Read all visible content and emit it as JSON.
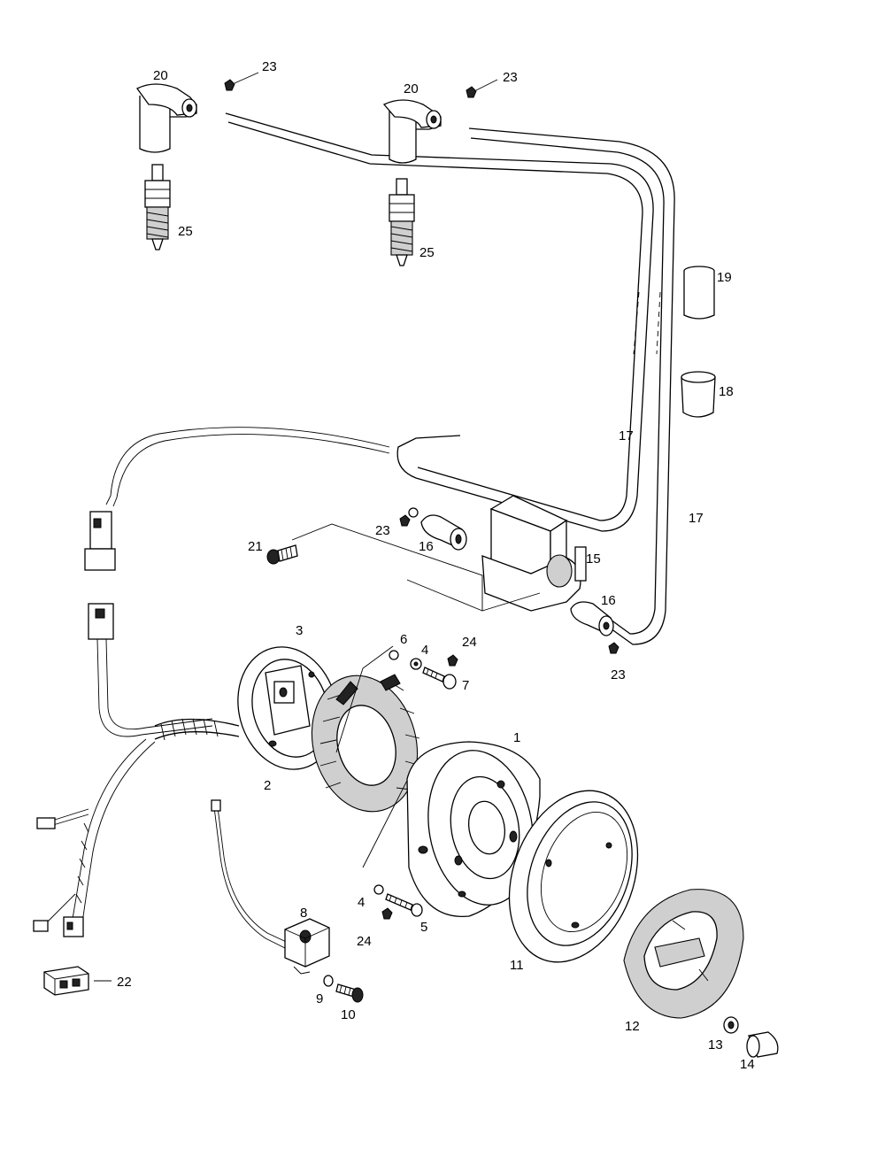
{
  "diagram": {
    "labels": [
      {
        "id": "spark-plug-cap-left",
        "text": "20"
      },
      {
        "id": "cap-nut-left",
        "text": "23"
      },
      {
        "id": "spark-plug-cap-right",
        "text": "20"
      },
      {
        "id": "cap-nut-right",
        "text": "23"
      },
      {
        "id": "spark-plug-left",
        "text": "25"
      },
      {
        "id": "spark-plug-right",
        "text": "25"
      },
      {
        "id": "sleeve-short",
        "text": "19"
      },
      {
        "id": "sleeve-long",
        "text": "18"
      },
      {
        "id": "ht-wire-left",
        "text": "17"
      },
      {
        "id": "ht-wire-right",
        "text": "17"
      },
      {
        "id": "coil-nut-upper",
        "text": "23"
      },
      {
        "id": "coil-screw",
        "text": "21"
      },
      {
        "id": "coil-boot-upper",
        "text": "16"
      },
      {
        "id": "ignition-coil",
        "text": "15"
      },
      {
        "id": "coil-boot-lower",
        "text": "16"
      },
      {
        "id": "coil-nut-lower",
        "text": "23"
      },
      {
        "id": "stator-plate",
        "text": "3"
      },
      {
        "id": "washer-upper",
        "text": "6"
      },
      {
        "id": "lock-washer-upper",
        "text": "4"
      },
      {
        "id": "nut-upper",
        "text": "24"
      },
      {
        "id": "stator-screw-upper",
        "text": "7"
      },
      {
        "id": "stator",
        "text": "2"
      },
      {
        "id": "flywheel",
        "text": "1"
      },
      {
        "id": "trigger-coil",
        "text": "8"
      },
      {
        "id": "lock-washer-lower",
        "text": "4"
      },
      {
        "id": "nut-lower",
        "text": "24"
      },
      {
        "id": "stator-screw-lower",
        "text": "5"
      },
      {
        "id": "trigger-washer",
        "text": "9"
      },
      {
        "id": "trigger-screw",
        "text": "10"
      },
      {
        "id": "connector",
        "text": "22"
      },
      {
        "id": "starter-cup",
        "text": "11"
      },
      {
        "id": "fan-cover",
        "text": "12"
      },
      {
        "id": "flywheel-washer",
        "text": "13"
      },
      {
        "id": "flywheel-nut",
        "text": "14"
      }
    ]
  }
}
